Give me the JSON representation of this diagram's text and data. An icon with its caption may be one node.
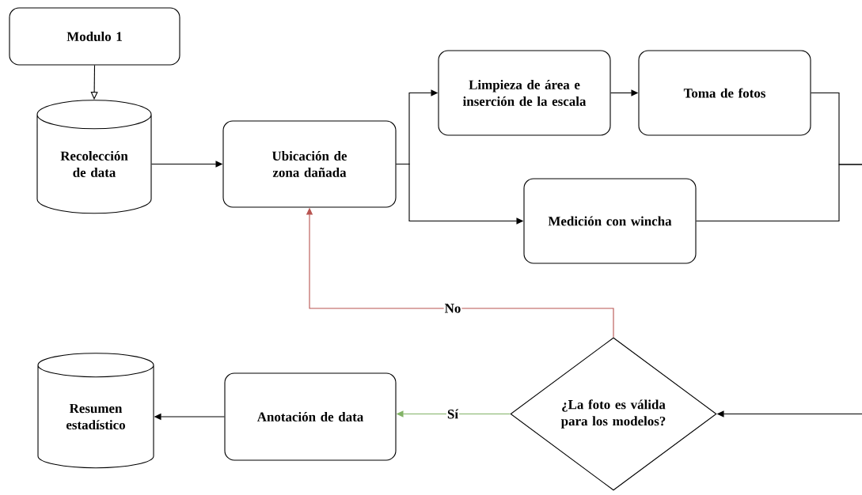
{
  "diagram": {
    "nodes": [
      {
        "text": [
          "Modulo 1"
        ]
      },
      {
        "text": [
          "Recolección de data"
        ]
      },
      {
        "text": [
          "Ubicación de zona dañada"
        ]
      },
      {
        "text": [
          "Limpieza de área e inserción de la escala"
        ]
      },
      {
        "text": [
          "Toma de fotos"
        ]
      },
      {
        "text": [
          "Medición con wincha"
        ]
      },
      {
        "text": [
          "¿La foto es válida para los modelos?"
        ]
      },
      {
        "text": [
          "Anotación de data"
        ]
      },
      {
        "text": [
          "Resumen estadístico"
        ]
      }
    ],
    "edges": [
      {
        "from": 0,
        "to": 1,
        "arrow": "to"
      },
      {
        "from": 1,
        "to": 2,
        "arrow": "to"
      },
      {
        "from": 2,
        "to": 3,
        "arrow": "to"
      },
      {
        "from": 2,
        "to": 5,
        "arrow": "to"
      },
      {
        "from": 3,
        "to": 4,
        "arrow": "to"
      },
      {
        "from": 4,
        "to": null,
        "arrow": "none"
      },
      {
        "from": 5,
        "to": null,
        "arrow": "none"
      },
      {
        "from": null,
        "to": 6,
        "arrow": "to"
      },
      {
        "from": 6,
        "to": 2,
        "arrow": "to",
        "label": "No",
        "color": "#b85450"
      },
      {
        "from": 6,
        "to": 7,
        "arrow": "to",
        "label": "Sí",
        "color": "#82b366"
      },
      {
        "from": 7,
        "to": 8,
        "arrow": "to"
      }
    ]
  }
}
